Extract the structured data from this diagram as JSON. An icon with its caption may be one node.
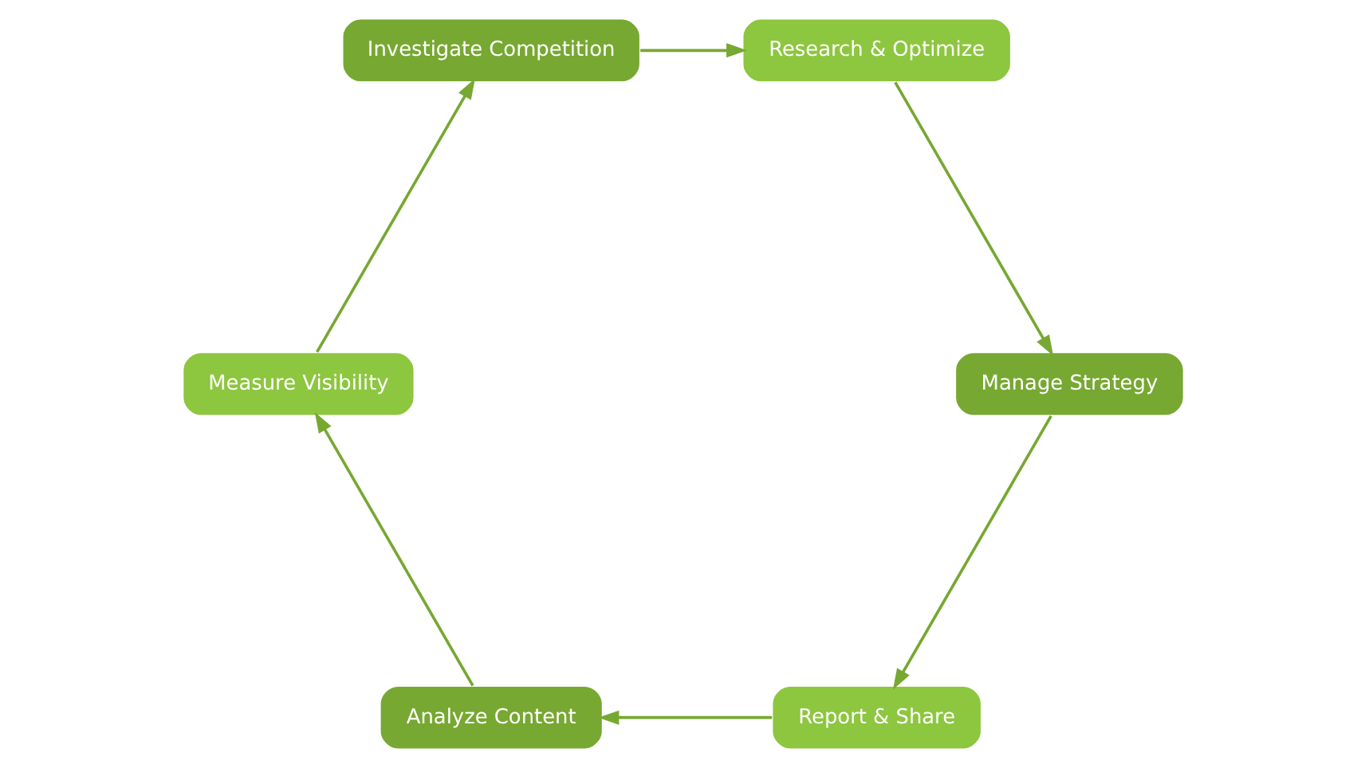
{
  "diagram": {
    "nodes": [
      {
        "text": [
          "Report & Share"
        ]
      },
      {
        "text": [
          "Analyze Content"
        ]
      },
      {
        "text": [
          "Measure Visibility"
        ]
      },
      {
        "text": [
          "Investigate Competition"
        ]
      },
      {
        "text": [
          "Research & Optimize"
        ]
      },
      {
        "text": [
          "Manage Strategy"
        ]
      }
    ],
    "edges": [
      {
        "from": 0,
        "to": 1,
        "arrow": "to"
      },
      {
        "from": 1,
        "to": 2,
        "arrow": "to"
      },
      {
        "from": 2,
        "to": 3,
        "arrow": "to"
      },
      {
        "from": 3,
        "to": 4,
        "arrow": "to"
      },
      {
        "from": 4,
        "to": 5,
        "arrow": "to"
      },
      {
        "from": 5,
        "to": 0,
        "arrow": "to"
      }
    ]
  }
}
